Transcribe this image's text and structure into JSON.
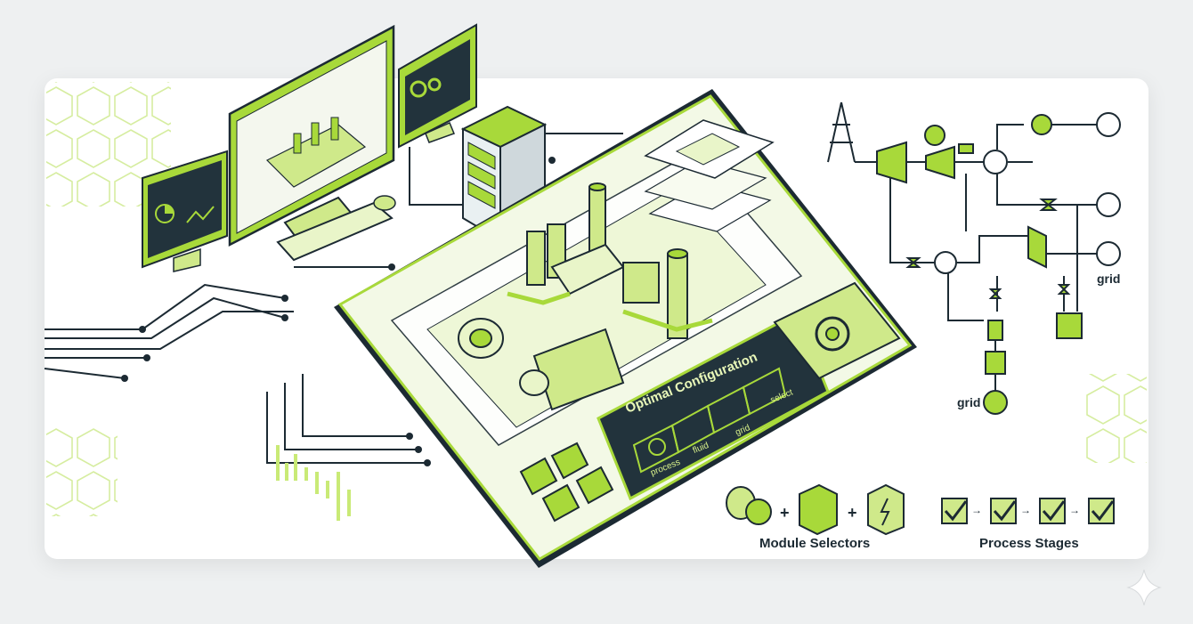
{
  "panel": {
    "title": "Optimal Configuration",
    "modules": [
      "process",
      "fluid",
      "grid",
      "select"
    ]
  },
  "schematic": {
    "grid_label_right": "grid",
    "grid_label_bottom": "grid"
  },
  "legend": {
    "module_selectors": "Module Selectors",
    "process_stages": "Process Stages",
    "plus": "+",
    "arrow": "→"
  },
  "colors": {
    "accent": "#a8d93a",
    "accent_light": "#e4f5b5",
    "outline": "#1c2a33",
    "dark_panel": "#22333c"
  }
}
